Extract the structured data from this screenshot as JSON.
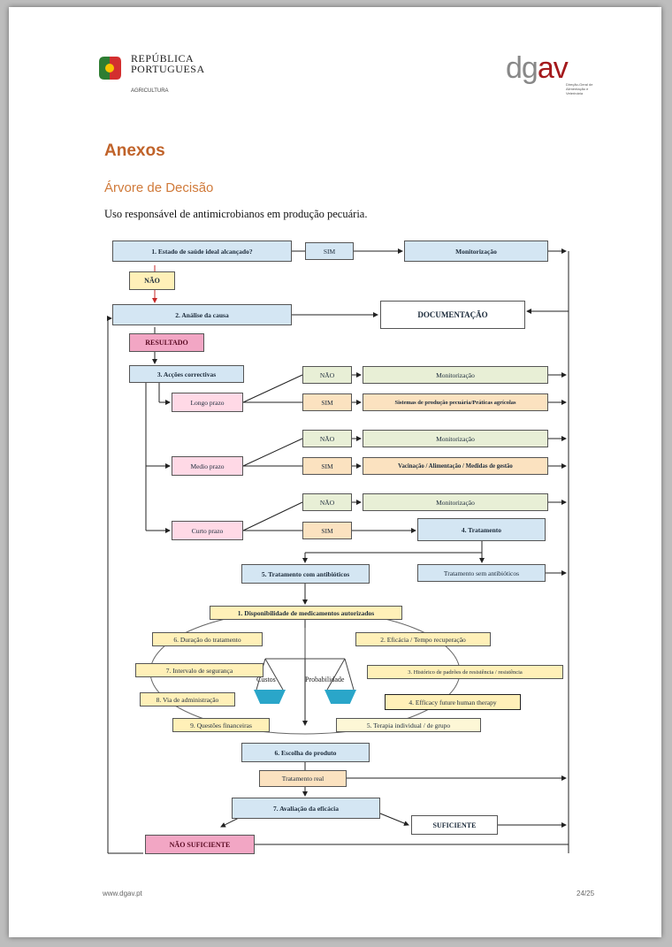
{
  "header": {
    "gov_line1": "REPÚBLICA",
    "gov_line2": "PORTUGUESA",
    "gov_sub": "AGRICULTURA",
    "agency_logo_text": "dgav",
    "agency_logo_sub": "Direção-Geral de Alimentação e Veterinária"
  },
  "section_title": "Anexos",
  "subsection_title": "Árvore de Decisão",
  "intro_text": "Uso responsável de antimicrobianos em produção pecuária.",
  "diagram": {
    "q1": "1. Estado de saúde ideal alcançado?",
    "sim1": "SIM",
    "monitor1": "Monitorização",
    "nao1": "NÃO",
    "step2": "2. Análise da causa",
    "documentation": "DOCUMENTAÇÃO",
    "result": "RESULTADO",
    "step3": "3. Acções correctivas",
    "long_term": "Longo prazo",
    "long_nao": "NÃO",
    "long_monitor": "Monitorização",
    "long_sim": "SIM",
    "long_action": "Sistemas de produção pecuária/Práticas agrícolas",
    "mid_term": "Medio prazo",
    "mid_nao": "NÃO",
    "mid_monitor": "Monitorização",
    "mid_sim": "SIM",
    "mid_action": "Vacinação / Alimentação / Medidas de gestão",
    "short_term": "Curto prazo",
    "short_nao": "NÃO",
    "short_monitor": "Monitorização",
    "short_sim": "SIM",
    "step4": "4. Tratamento",
    "step5": "5. Tratamento com antibióticos",
    "no_antibiotic": "Tratamento sem antibióticos",
    "f1": "1. Disponibilidade de medicamentos autorizados",
    "f6": "6. Duração do tratamento",
    "f2": "2. Eficácia / Tempo recuperação",
    "f7": "7. Intervalo de segurança",
    "f3": "3. Histórico de padrões de resistência / resistência",
    "f8": "8. Via de administração",
    "f4": "4. Efficacy future human therapy",
    "f9": "9. Questões financeiras",
    "f5": "5. Terapia individual / de grupo",
    "scale_left": "Custos",
    "scale_right": "Probabilidade",
    "step6": "6. Escolha do produto",
    "treatment": "Tratamento real",
    "step7": "7. Avaliação da eficácia",
    "sufficient": "SUFICIENTE",
    "not_sufficient": "NÃO SUFICIENTE"
  },
  "footer": {
    "url": "www.dgav.pt",
    "page": "24/25"
  },
  "colors": {
    "heading": "#c0632a",
    "box_blue": "#d4e6f3",
    "box_yellow": "#fff0b8",
    "box_orange": "#fbe2c0",
    "box_green": "#e8efd6",
    "box_pink": "#ffd9e6",
    "box_magenta": "#f2a6c4",
    "basin": "#2aa6c9"
  }
}
